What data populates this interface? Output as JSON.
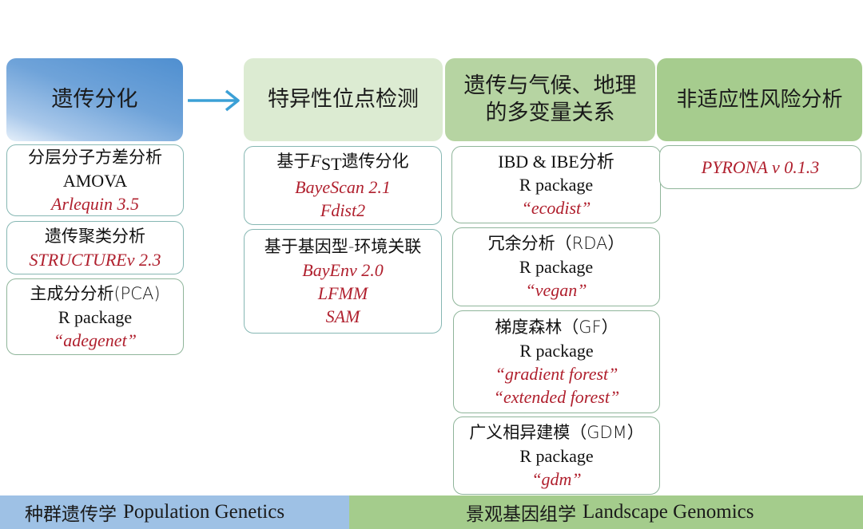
{
  "columns": [
    {
      "header": "遗传分化",
      "boxes": [
        {
          "lines": [
            {
              "type": "zh",
              "text": "分层分子方差分析"
            },
            {
              "type": "en",
              "text": "AMOVA"
            },
            {
              "type": "sw",
              "text": "Arlequin 3.5"
            }
          ]
        },
        {
          "lines": [
            {
              "type": "zh",
              "text": "遗传聚类分析"
            },
            {
              "type": "sw",
              "text": "STRUCTUREv 2.3"
            }
          ]
        },
        {
          "lines": [
            {
              "type": "zh",
              "text": "主成分分析(PCA)"
            },
            {
              "type": "en",
              "text": "R package"
            },
            {
              "type": "sw",
              "text": "“adegenet”"
            }
          ]
        }
      ]
    },
    {
      "header": "特异性位点检测",
      "boxes": [
        {
          "lines": [
            {
              "type": "zh-fst",
              "prefix": "基于",
              "symbol": "F",
              "subscript": "ST",
              "suffix": "遗传分化"
            },
            {
              "type": "sw",
              "text": "BayeScan 2.1"
            },
            {
              "type": "sw",
              "text": "Fdist2"
            }
          ]
        },
        {
          "lines": [
            {
              "type": "zh",
              "text": "基于基因型-环境关联"
            },
            {
              "type": "sw",
              "text": "BayEnv 2.0"
            },
            {
              "type": "sw",
              "text": "LFMM"
            },
            {
              "type": "sw",
              "text": "SAM"
            }
          ]
        }
      ]
    },
    {
      "header_line1": "遗传与气候、地理",
      "header_line2": "的多变量关系",
      "boxes": [
        {
          "lines": [
            {
              "type": "en",
              "text": "IBD & IBE分析"
            },
            {
              "type": "en",
              "text": "R package"
            },
            {
              "type": "sw",
              "text": "“ecodist”"
            }
          ]
        },
        {
          "lines": [
            {
              "type": "zh",
              "text": "冗余分析（RDA）"
            },
            {
              "type": "en",
              "text": "R package"
            },
            {
              "type": "sw",
              "text": "“vegan”"
            }
          ]
        },
        {
          "lines": [
            {
              "type": "zh",
              "text": "梯度森林（GF）"
            },
            {
              "type": "en",
              "text": "R package"
            },
            {
              "type": "sw",
              "text": "“gradient forest”"
            },
            {
              "type": "sw",
              "text": "“extended forest”"
            }
          ]
        },
        {
          "lines": [
            {
              "type": "zh",
              "text": "广义相异建模（GDM）"
            },
            {
              "type": "en",
              "text": "R package"
            },
            {
              "type": "sw",
              "text": "“gdm”"
            }
          ]
        }
      ]
    },
    {
      "header": "非适应性风险分析",
      "boxes": [
        {
          "lines": [
            {
              "type": "sw",
              "text": "PYRONA v 0.1.3"
            }
          ]
        }
      ]
    }
  ],
  "arrow": {
    "icon": "right-arrow-icon",
    "color": "#3ba0d6"
  },
  "footer": {
    "left": {
      "zh": "种群遗传学",
      "en": "Population Genetics",
      "color": "#9ec1e5"
    },
    "right": {
      "zh": "景观基因组学",
      "en": "Landscape Genomics",
      "color": "#a4cc8c"
    }
  },
  "colors": {
    "header1": "#4f8fd0",
    "header2": "#dcebd2",
    "header3": "#b6d4a2",
    "header4": "#a6cc8e",
    "software_text": "#b0202e"
  }
}
